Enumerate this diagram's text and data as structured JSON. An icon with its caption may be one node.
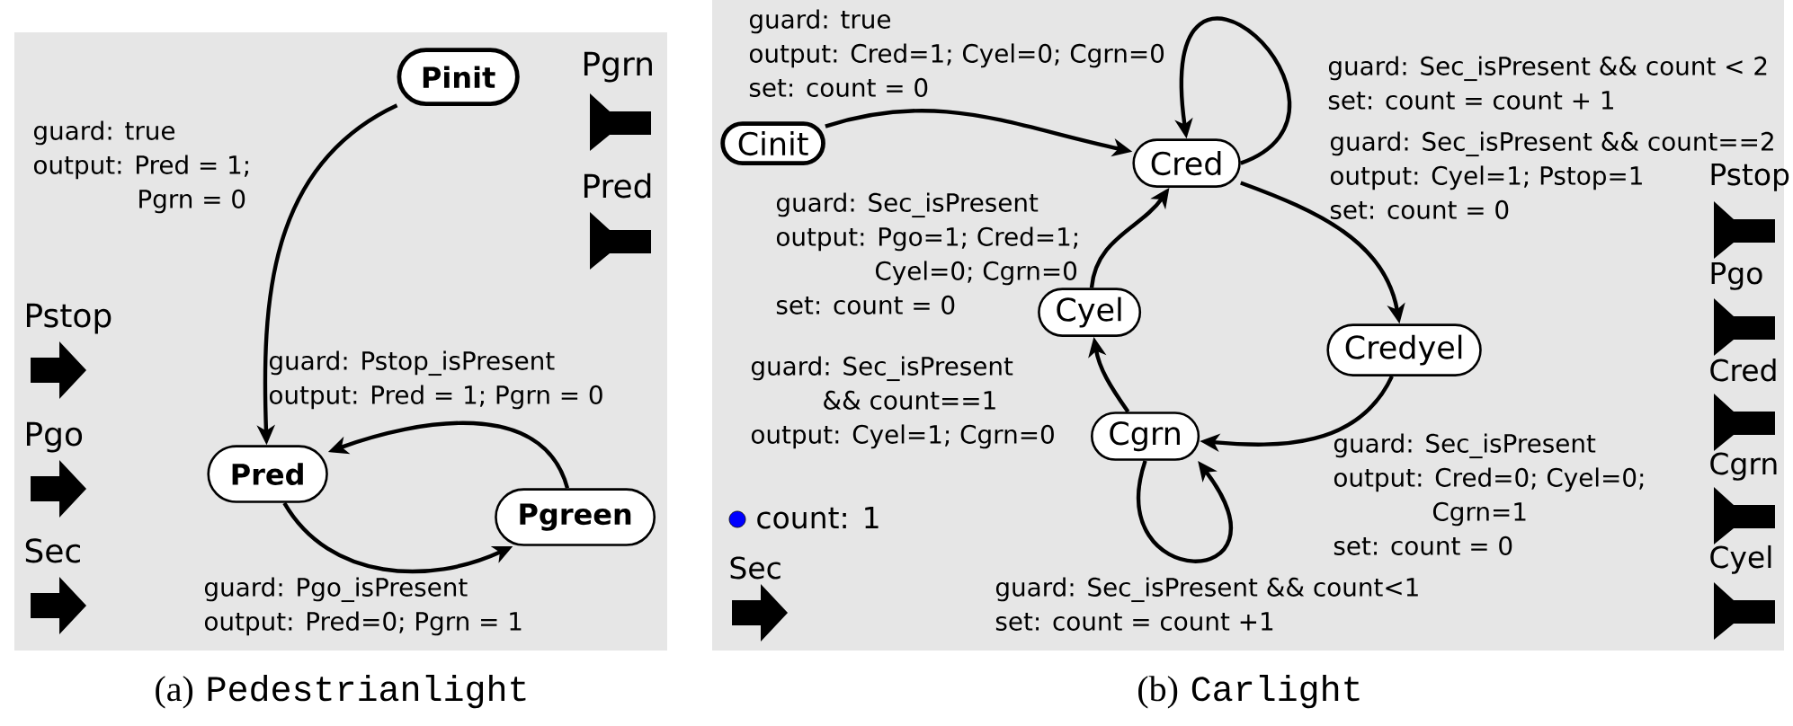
{
  "diagram": {
    "nodes": [
      {
        "text": [
          "(a)",
          "Pedestrianlight"
        ]
      },
      {
        "text": [
          "Pinit"
        ],
        "in": 0
      },
      {
        "text": [
          "Pred"
        ],
        "in": 0
      },
      {
        "text": [
          "Pgreen"
        ],
        "in": 0
      },
      {
        "text": [
          "(b)",
          "Carlight"
        ]
      },
      {
        "text": [
          "Cinit"
        ],
        "in": 4
      },
      {
        "text": [
          "Cred"
        ],
        "in": 4
      },
      {
        "text": [
          "Credyel"
        ],
        "in": 4
      },
      {
        "text": [
          "Cgrn"
        ],
        "in": 4
      },
      {
        "text": [
          "Cyel"
        ],
        "in": 4
      }
    ],
    "edges": [
      {
        "from": 1,
        "to": 2,
        "arrow": "to",
        "label": "guard: true output: Pred = 1; Pgrn = 0"
      },
      {
        "from": 2,
        "to": 3,
        "arrow": "to",
        "label": "guard: Pgo_isPresent output: Pred=0; Pgrn = 1"
      },
      {
        "from": 3,
        "to": 2,
        "arrow": "to",
        "label": "guard: Pstop_isPresent output: Pred = 1; Pgrn = 0"
      },
      {
        "from": 5,
        "to": 6,
        "arrow": "to",
        "label": "guard: true output: Cred=1; Cyel=0; Cgrn=0 set: count = 0"
      },
      {
        "from": 6,
        "to": 6,
        "arrow": "to",
        "label": "guard: Sec_isPresent && count < 2 set: count = count + 1"
      },
      {
        "from": 6,
        "to": 7,
        "arrow": "to",
        "label": "guard: Sec_isPresent && count==2 output: Cyel=1; Pstop=1 set: count = 0"
      },
      {
        "from": 7,
        "to": 8,
        "arrow": "to",
        "label": "guard: Sec_isPresent output: Cred=0; Cyel=0; Cgrn=1 set: count = 0"
      },
      {
        "from": 8,
        "to": 8,
        "arrow": "to",
        "label": "guard: Sec_isPresent && count<1 set: count = count +1"
      },
      {
        "from": 8,
        "to": 9,
        "arrow": "to",
        "label": "guard: Sec_isPresent && count==1 output: Cyel=1; Cgrn=0"
      },
      {
        "from": 9,
        "to": 6,
        "arrow": "to",
        "label": "guard: Sec_isPresent output: Pgo=1; Cred=1; Cyel=0; Cgrn=0 set: count = 0"
      }
    ],
    "labels": [
      "Pgrn",
      "Pred",
      "Pstop",
      "Pgo",
      "Sec",
      "Pstop",
      "Pgo",
      "Cred",
      "Cgrn",
      "Cyel",
      "count: 1",
      "Sec"
    ]
  }
}
